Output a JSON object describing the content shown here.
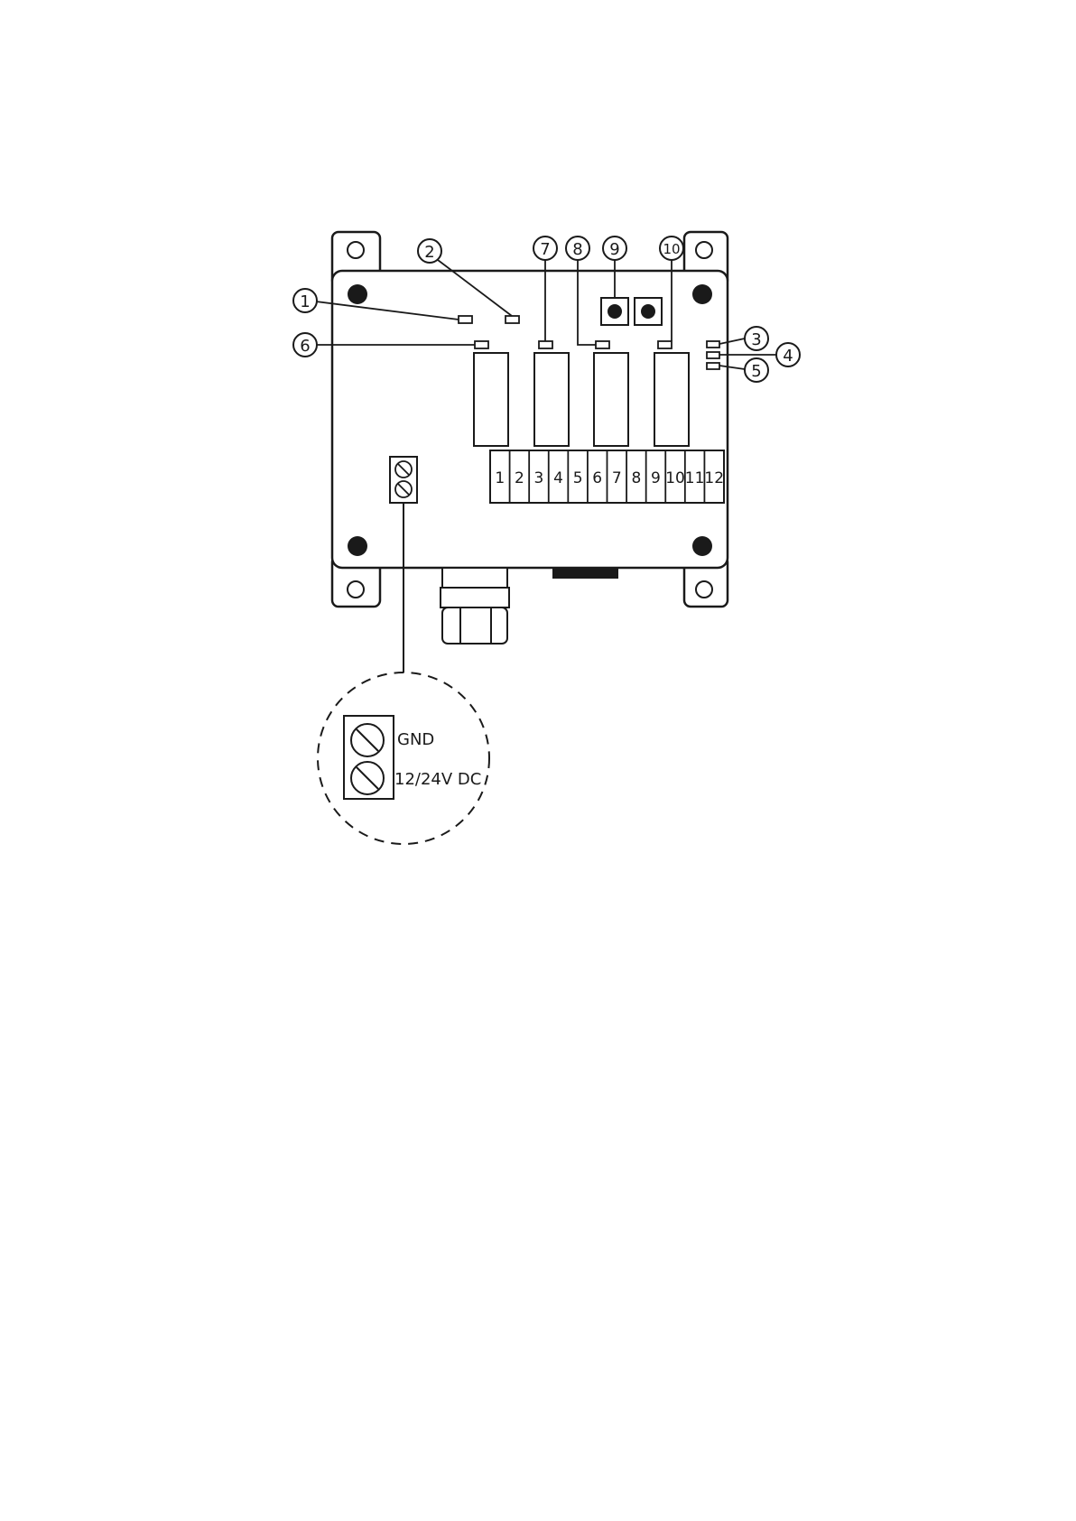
{
  "callouts": [
    "1",
    "2",
    "3",
    "4",
    "5",
    "6",
    "7",
    "8",
    "9",
    "10"
  ],
  "terminals": [
    "1",
    "2",
    "3",
    "4",
    "5",
    "6",
    "7",
    "8",
    "9",
    "10",
    "11",
    "12"
  ],
  "power_terminal": {
    "gnd_label": "GND",
    "supply_label": "12/24V DC"
  },
  "colors": {
    "line": "#1a1a1a",
    "background": "#ffffff"
  }
}
